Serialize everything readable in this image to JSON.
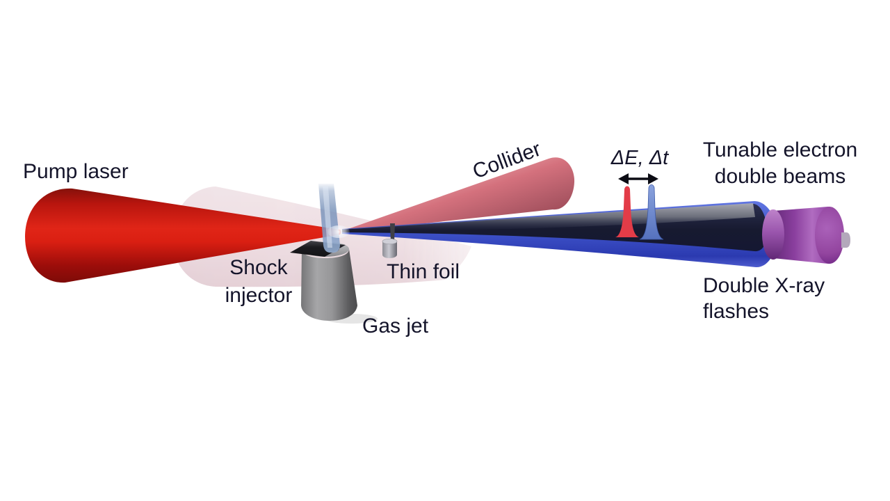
{
  "figure": {
    "labels": {
      "pump_laser": "Pump laser",
      "shock_injector": [
        "Shock",
        "injector"
      ],
      "gas_jet": "Gas jet",
      "thin_foil": "Thin foil",
      "collider": "Collider",
      "pulse_separation": "ΔE, Δt",
      "tunable_electron": [
        "Tunable electron",
        "double beams"
      ],
      "double_xray": [
        "Double X-ray",
        "flashes"
      ]
    },
    "colors": {
      "background": "#ffffff",
      "label_text": "#14142a",
      "pump_laser_red": "#d81e14",
      "collider_pink": "#d4717d",
      "pale_beam_pink": "#e8d3d9",
      "electron_beam_navy": "#1a1d36",
      "xray_beam_blue": "#4156cd",
      "detector_purple": "#9a4fae",
      "nozzle_gray": "#8a8a8c",
      "red_pulse": "#e33c48",
      "blue_pulse": "#6c89cf",
      "arrow_black": "#0c0c14"
    }
  }
}
